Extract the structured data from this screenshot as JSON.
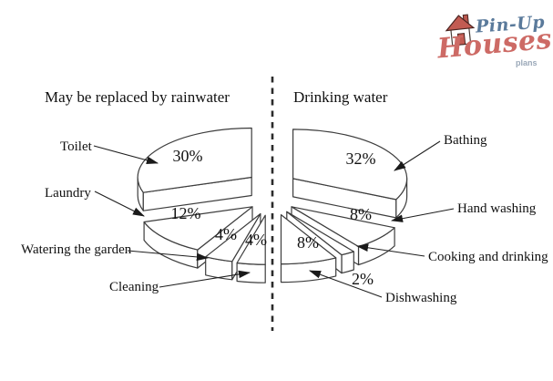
{
  "logo": {
    "line1": "Pin-Up",
    "line2": "Houses",
    "line3": "plans"
  },
  "chart_data": {
    "type": "pie",
    "style": "3d-exploded split pie, white faces with dark outlines, halves separated by vertical dashed line",
    "unit": "%",
    "halves": [
      {
        "side": "left",
        "title": "May be replaced by rainwater",
        "slices": [
          {
            "label": "Toilet",
            "value": 30
          },
          {
            "label": "Laundry",
            "value": 12
          },
          {
            "label": "Watering the garden",
            "value": 4
          },
          {
            "label": "Cleaning",
            "value": 4
          }
        ]
      },
      {
        "side": "right",
        "title": "Drinking water",
        "slices": [
          {
            "label": "Bathing",
            "value": 32
          },
          {
            "label": "Hand washing",
            "value": 8
          },
          {
            "label": "Cooking and drinking",
            "value": 2
          },
          {
            "label": "Dishwashing",
            "value": 8
          }
        ]
      }
    ]
  },
  "colors": {
    "outline": "#3d3d3d",
    "text": "#111111",
    "arrow": "#1a1a1a",
    "logo_blue": "#5a7a9b",
    "logo_red": "#cd6a65",
    "logo_roof_red": "#b9574e",
    "logo_gray": "#9aa8b8"
  }
}
